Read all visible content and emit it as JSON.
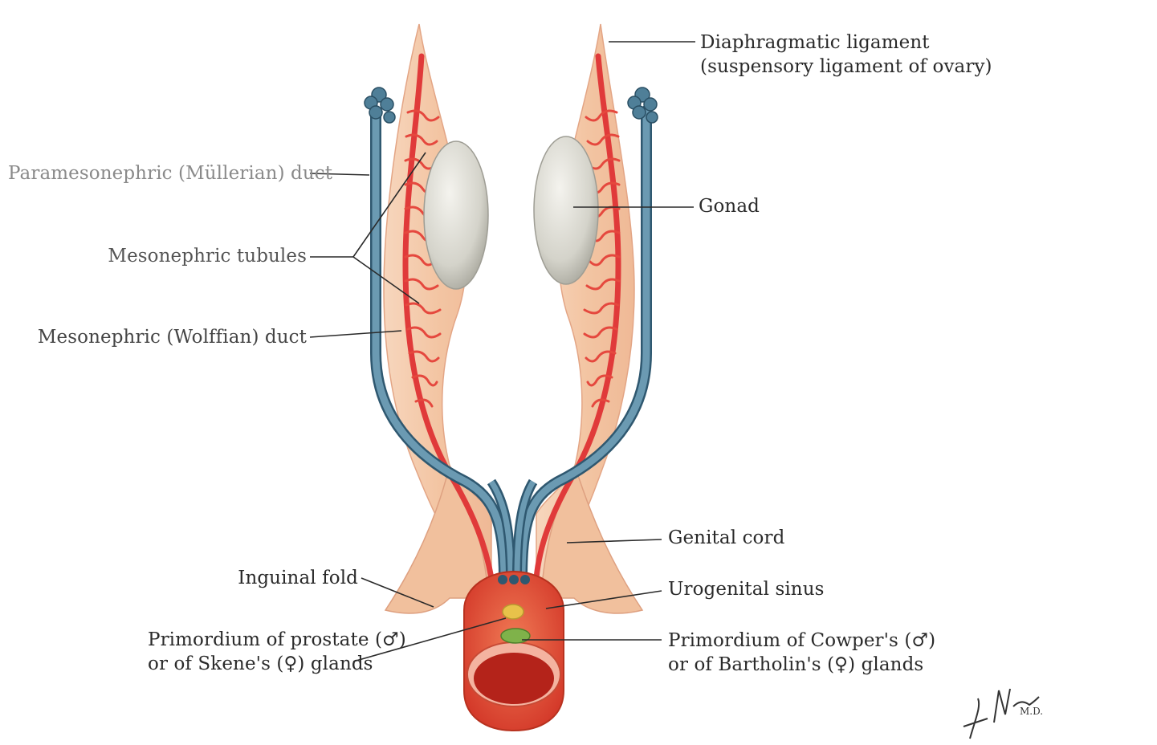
{
  "labels": {
    "diaphragmatic_1": "Diaphragmatic ligament",
    "diaphragmatic_2": "(suspensory ligament of ovary)",
    "paramesonephric": "Paramesonephric (Müllerian) duct",
    "gonad": "Gonad",
    "tubules": "Mesonephric tubules",
    "wolffian": "Mesonephric (Wolffian) duct",
    "genital_cord": "Genital cord",
    "inguinal_fold": "Inguinal fold",
    "urogenital_sinus": "Urogenital sinus",
    "prostate_1": "Primordium of prostate (♂)",
    "prostate_2": "or of Skene's (♀) glands",
    "cowper_1": "Primordium of Cowper's (♂)",
    "cowper_2": "or of Bartholin's (♀) glands"
  },
  "signature": "F. Netter M.D.",
  "colors": {
    "tissue": "#f3c7a6",
    "tissue_edge": "#e6a888",
    "artery": "#e23a3a",
    "duct": "#5f8fa8",
    "duct_dark": "#2f5870",
    "gonad": "#dcdbd2",
    "sinus": "#e8523a",
    "prostate": "#e8c24a",
    "cowper": "#7fb24a",
    "leader": "#2a2a2a"
  }
}
